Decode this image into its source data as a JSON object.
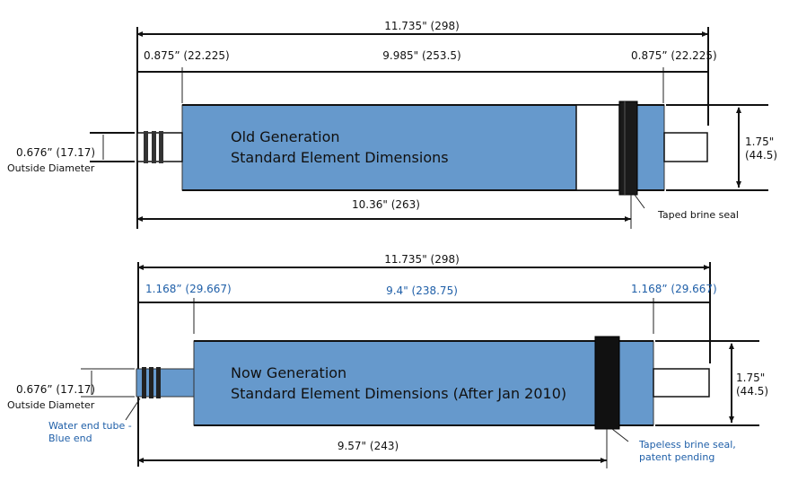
{
  "old": {
    "overall": "11.735\" (298)",
    "left_end": "0.875” (22.225)",
    "center": "9.985\" (253.5)",
    "right_end": "0.875” (22.225)",
    "diameter": "1.75\"",
    "diameter_mm": "(44.5)",
    "tube_od": "0.676” (17.17)",
    "tube_od_label": "Outside Diameter",
    "title_line1": "Old Generation",
    "title_line2": "Standard Element Dimensions",
    "bottom": "10.36\" (263)",
    "seal_note": "Taped brine seal"
  },
  "now": {
    "overall": "11.735\" (298)",
    "left_end": "1.168” (29.667)",
    "center": "9.4\" (238.75)",
    "right_end": "1.168” (29.667)",
    "diameter": "1.75\"",
    "diameter_mm": "(44.5)",
    "tube_od": "0.676” (17.17)",
    "tube_od_label": "Outside Diameter",
    "tube_note_line1": "Water end tube -",
    "tube_note_line2": "Blue end",
    "title_line1": "Now Generation",
    "title_line2": "Standard Element Dimensions (After Jan 2010)",
    "bottom": "9.57\" (243)",
    "seal_note_line1": "Tapeless brine seal,",
    "seal_note_line2": "patent pending"
  },
  "colors": {
    "element_body": "#6699cc",
    "blue_text": "#1f5fa8",
    "seal": "#111111"
  }
}
